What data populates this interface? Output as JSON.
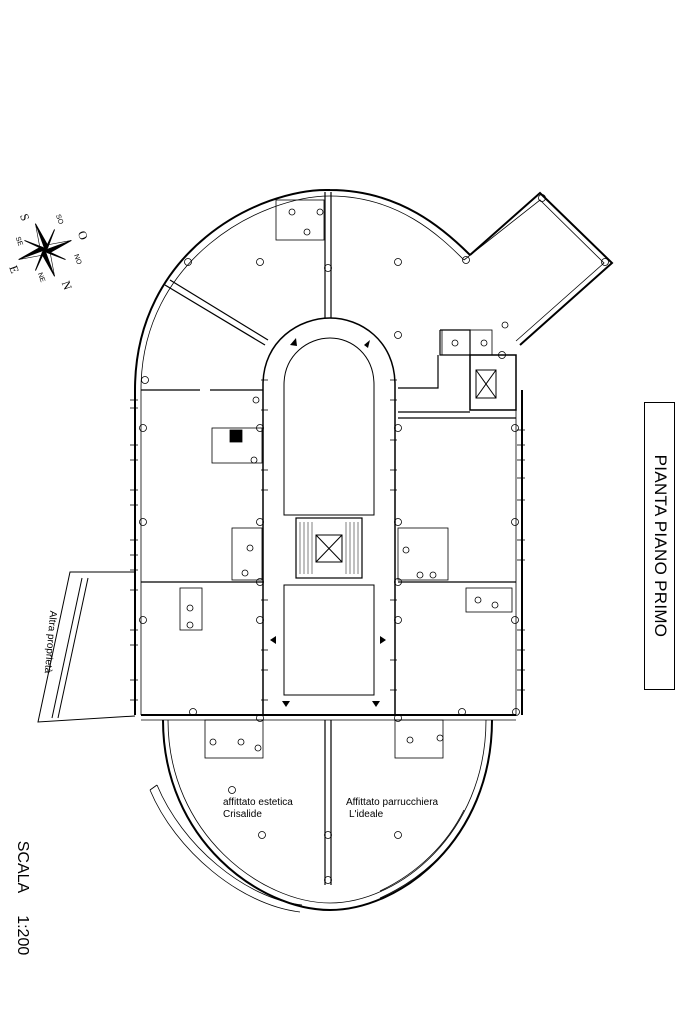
{
  "drawing": {
    "title": "PIANTA PIANO PRIMO",
    "scale_label": "SCALA",
    "scale_value": "1:200",
    "neighbor_label": "Altra proprietà",
    "unit_left": {
      "line1": "affittato estetica",
      "line2": "Crisalide"
    },
    "unit_right": {
      "line1": "Affittato parrucchiera",
      "line2": "L'ideale"
    }
  },
  "compass": {
    "north": "N",
    "south": "S",
    "east": "E",
    "west": "O",
    "ne": "NE",
    "se": "SE",
    "so": "SO",
    "no": "NO"
  },
  "colors": {
    "line": "#000000",
    "background": "#ffffff"
  }
}
